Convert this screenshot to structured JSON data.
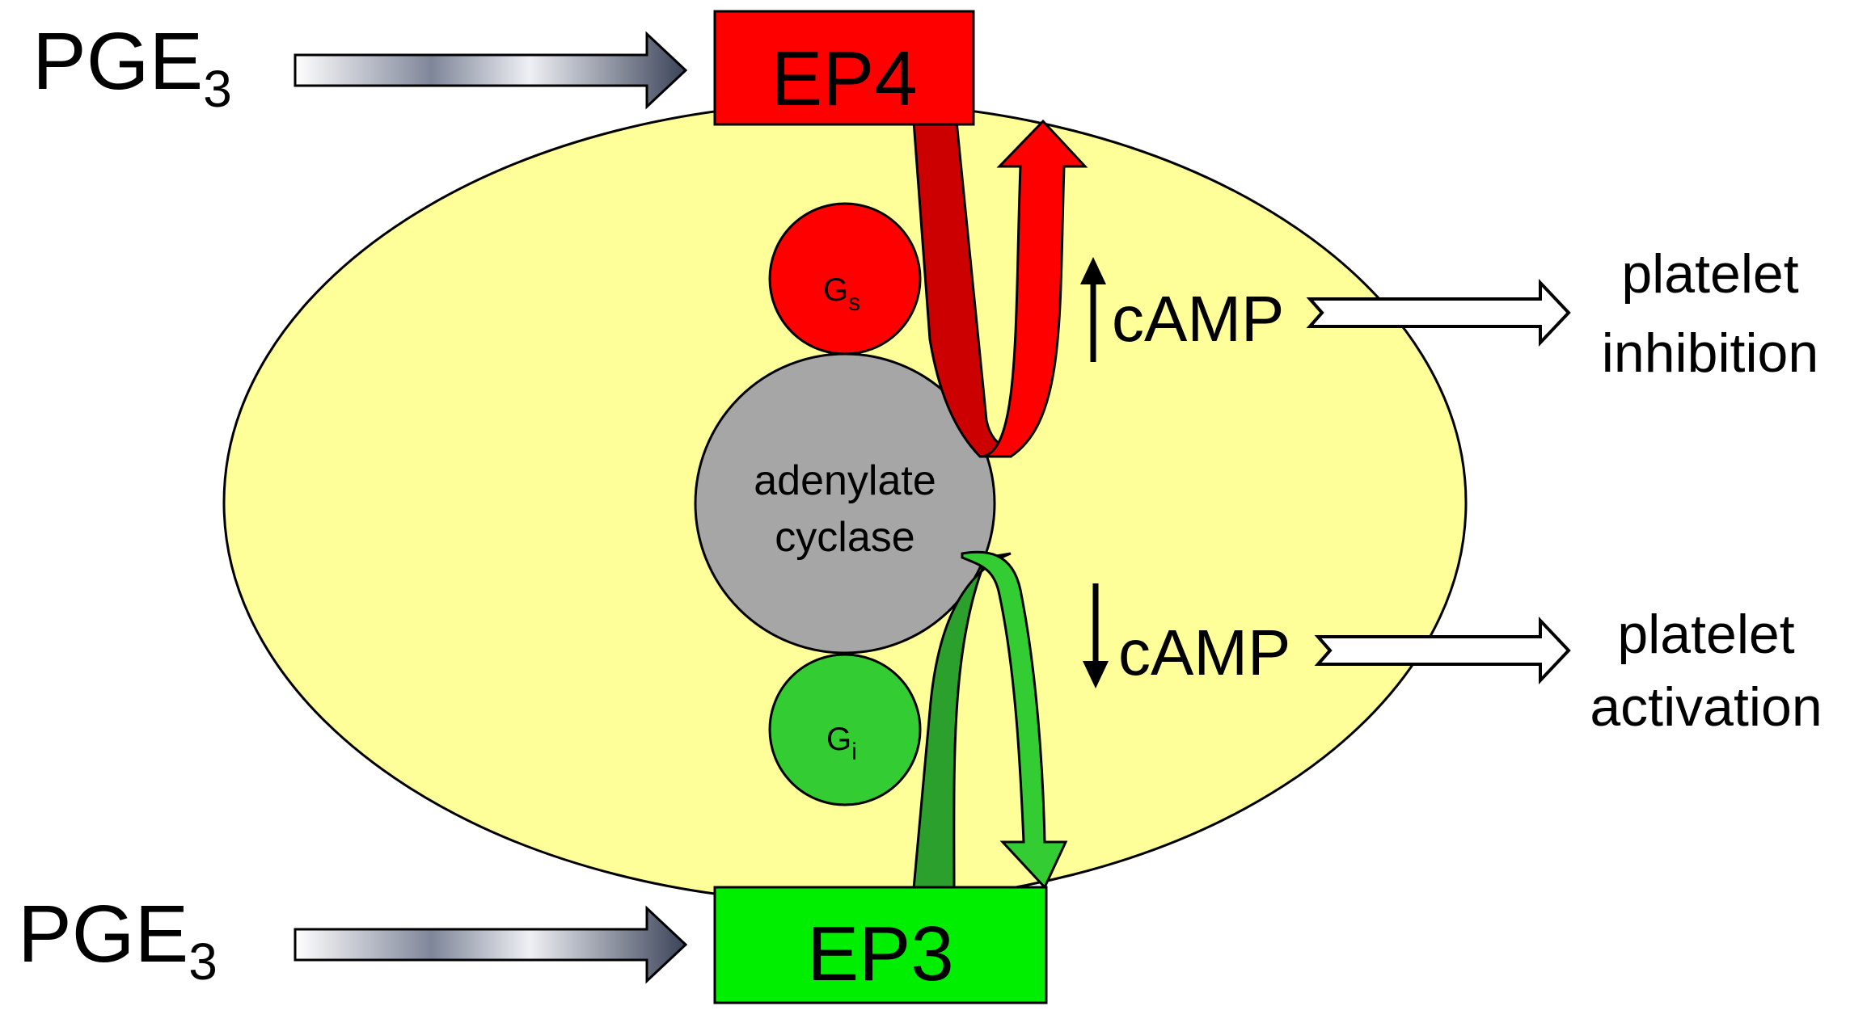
{
  "ligand_top": {
    "base": "PGE",
    "sub": "3"
  },
  "ligand_bottom": {
    "base": "PGE",
    "sub": "3"
  },
  "receptor_top": {
    "label": "EP4",
    "color": "#ff0000"
  },
  "receptor_bottom": {
    "label": "EP3",
    "color": "#00ee00"
  },
  "enzyme": {
    "line1": "adenylate",
    "line2": "cyclase",
    "color": "#a6a6a6"
  },
  "g_protein_top": {
    "base": "G",
    "sub": "s",
    "color": "#ff0000"
  },
  "g_protein_bottom": {
    "base": "G",
    "sub": "i",
    "color": "#33cc33"
  },
  "second_messenger_top": {
    "arrow": "up",
    "label": "cAMP"
  },
  "second_messenger_bottom": {
    "arrow": "down",
    "label": "cAMP"
  },
  "outcome_top": {
    "line1": "platelet",
    "line2": "inhibition"
  },
  "outcome_bottom": {
    "line1": "platelet",
    "line2": "activation"
  },
  "colors": {
    "cell": "#ffff99",
    "red_dark": "#cc0000",
    "green_dark": "#2ca02c",
    "green_light": "#33cc33"
  }
}
